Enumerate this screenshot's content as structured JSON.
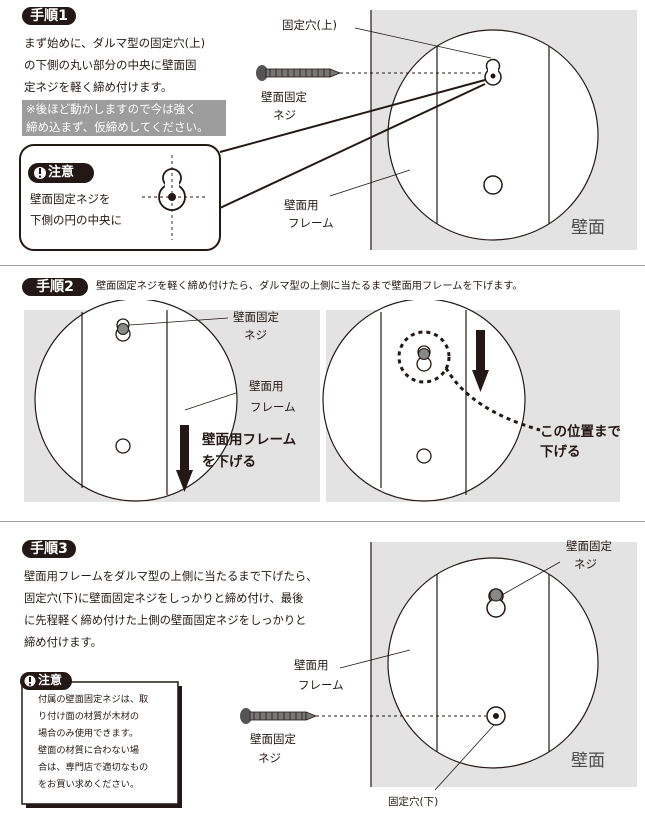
{
  "colors": {
    "wall": "#e3e3e4",
    "ink": "#231815",
    "note_bg": "#9d9d9d"
  },
  "step1": {
    "badge": "手順1",
    "text_lines": [
      "まず始めに、ダルマ型の固定穴(上)",
      "の下側の丸い部分の中央に壁面固",
      "定ネジを軽く締め付けます。"
    ],
    "note_lines": [
      "※後ほど動かしますので今は強く",
      "締め込まず、仮締めしてください。"
    ],
    "caution_badge": "注意",
    "caution_lines": [
      "壁面固定ネジを",
      "下側の円の中央に"
    ],
    "label_hole_top": "固定穴(上)",
    "label_screw": [
      "壁面固定",
      "ネジ"
    ],
    "label_frame": [
      "壁面用",
      "フレーム"
    ],
    "label_wall": "壁面"
  },
  "step2": {
    "badge": "手順2",
    "heading": "壁面固定ネジを軽く締め付けたら、ダルマ型の上側に当たるまで壁面用フレームを下げます。",
    "label_screw": [
      "壁面固定",
      "ネジ"
    ],
    "label_frame": [
      "壁面用",
      "フレーム"
    ],
    "label_lower": [
      "壁面用フレーム",
      "を下げる"
    ],
    "label_position": [
      "この位置まで",
      "下げる"
    ]
  },
  "step3": {
    "badge": "手順3",
    "text_lines": [
      "壁面用フレームをダルマ型の上側に当たるまで下げたら、",
      "固定穴(下)に壁面固定ネジをしっかりと締め付け、最後",
      "に先程軽く締め付けた上側の壁面固定ネジをしっかりと",
      "締め付けます。"
    ],
    "caution_badge": "注意",
    "caution_lines": [
      "付属の壁面固定ネジは、取",
      "り付け面の材質が木材の",
      "場合のみ使用できます。",
      "壁面の材質に合わない場",
      "合は、専門店で適切なもの",
      "をお買い求めください。"
    ],
    "label_screw_top": [
      "壁面固定",
      "ネジ"
    ],
    "label_frame": [
      "壁面用",
      "フレーム"
    ],
    "label_screw_left": [
      "壁面固定",
      "ネジ"
    ],
    "label_wall": "壁面",
    "label_hole_bottom": "固定穴(下)"
  }
}
